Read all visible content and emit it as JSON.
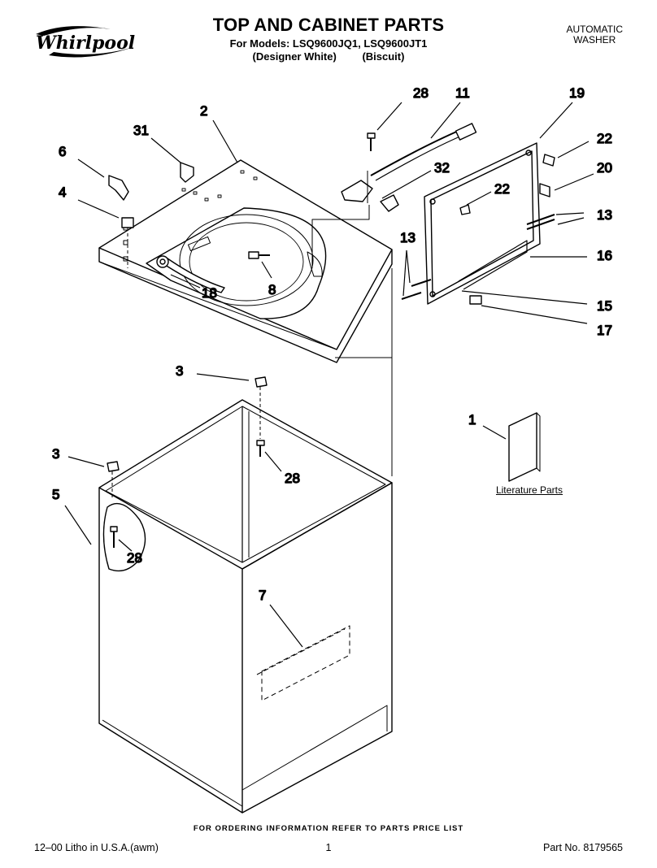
{
  "header": {
    "brand": "Whirlpool",
    "title": "TOP AND CABINET PARTS",
    "models_line": "For Models: LSQ9600JQ1, LSQ9600JT1",
    "variants": [
      "(Designer White)",
      "(Biscuit)"
    ],
    "product_type_line1": "AUTOMATIC",
    "product_type_line2": "WASHER"
  },
  "callouts": [
    "28",
    "11",
    "19",
    "22",
    "20",
    "13",
    "32",
    "22",
    "13",
    "16",
    "15",
    "17",
    "2",
    "31",
    "6",
    "4",
    "18",
    "8",
    "3",
    "3",
    "28",
    "5",
    "28",
    "7",
    "1"
  ],
  "literature_label": "Literature Parts",
  "footer": {
    "ordering_note": "FOR ORDERING INFORMATION REFER TO PARTS PRICE LIST",
    "litho": "12–00 Litho in U.S.A.(awm)",
    "page": "1",
    "part_no": "Part No. 8179565"
  }
}
